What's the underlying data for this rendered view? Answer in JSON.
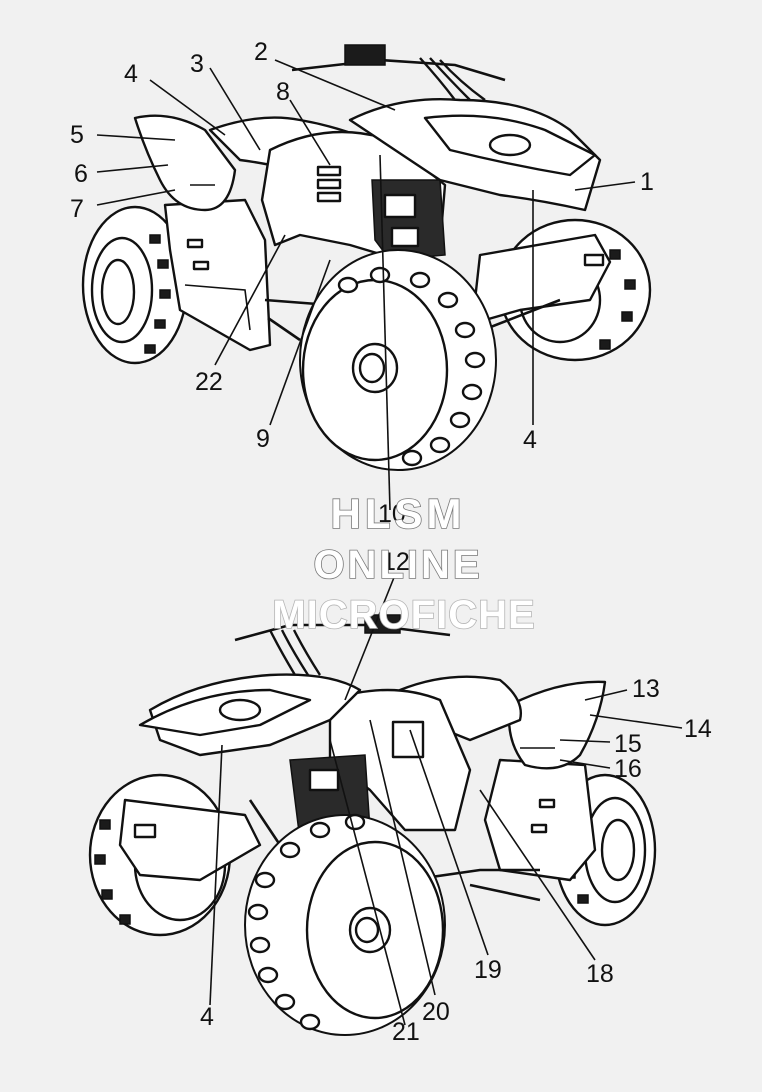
{
  "watermark": {
    "line1": "HLSM",
    "line2": "ONLINE",
    "line3": "MICROFICHE"
  },
  "callouts": {
    "top_view": [
      "1",
      "2",
      "3",
      "4",
      "5",
      "6",
      "7",
      "8",
      "9",
      "10",
      "22",
      "4"
    ],
    "bottom_view": [
      "12",
      "13",
      "14",
      "15",
      "16",
      "18",
      "19",
      "20",
      "21",
      "4"
    ]
  },
  "colors": {
    "background": "#f1f1f1",
    "ink": "#111111",
    "watermark_outline": "#7a7a7a"
  }
}
